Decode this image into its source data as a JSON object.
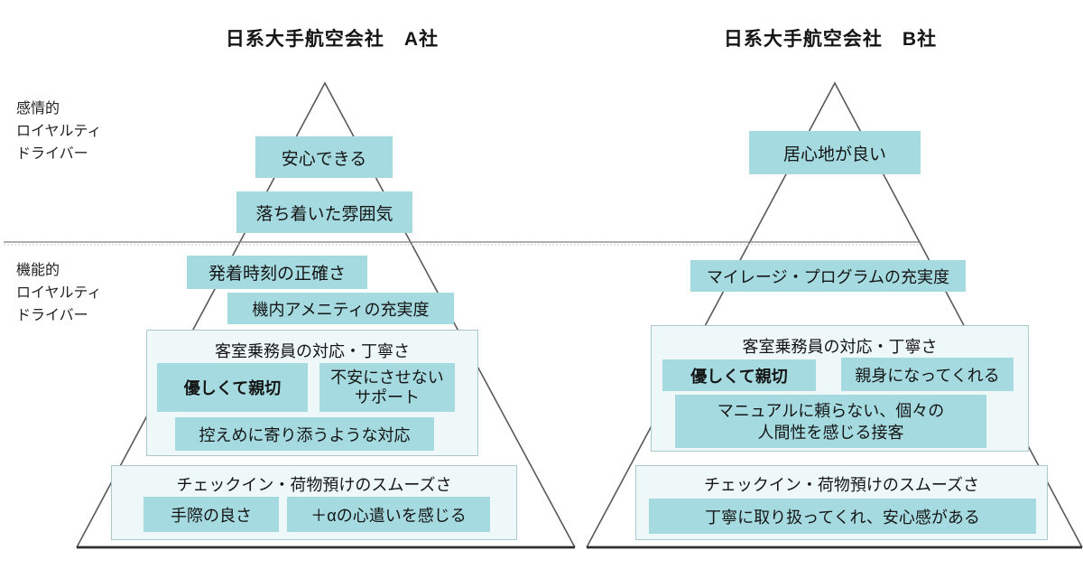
{
  "colors": {
    "teal": "#a5dbe0",
    "pale": "#eef8f9",
    "pale_border": "#a9c9cd",
    "line": "#595959",
    "base_line": "#2f2f2f",
    "sep": "#7f7f7f",
    "sep_dot": "#c8c8c8",
    "text": "#151515"
  },
  "titles": {
    "company_a": "日系大手航空会社　A社",
    "company_b": "日系大手航空会社　B社"
  },
  "axis": {
    "emotional": {
      "l1": "感情的",
      "l2": "ロイヤルティ",
      "l3": "ドライバー"
    },
    "functional": {
      "l1": "機能的",
      "l2": "ロイヤルティ",
      "l3": "ドライバー"
    }
  },
  "pyramid_a": {
    "emotional_top": "安心できる",
    "emotional_second": "落ち着いた雰囲気",
    "punctuality": "発着時刻の正確さ",
    "amenity": "機内アメニティの充実度",
    "crew": {
      "header": "客室乗務員の対応・丁寧さ",
      "kind": "優しくて親切",
      "support_l1": "不安にさせない",
      "support_l2": "サポート",
      "gentle": "控えめに寄り添うような対応"
    },
    "checkin": {
      "header": "チェックイン・荷物預けのスムーズさ",
      "skill": "手際の良さ",
      "extra": "＋αの心遣いを感じる"
    }
  },
  "pyramid_b": {
    "emotional_top": "居心地が良い",
    "mileage": "マイレージ・プログラムの充実度",
    "crew": {
      "header": "客室乗務員の対応・丁寧さ",
      "kind": "優しくて親切",
      "empathy": "親身になってくれる",
      "manual_l1": "マニュアルに頼らない、個々の",
      "manual_l2": "人間性を感じる接客"
    },
    "checkin": {
      "header": "チェックイン・荷物預けのスムーズさ",
      "careful": "丁寧に取り扱ってくれ、安心感がある"
    }
  }
}
